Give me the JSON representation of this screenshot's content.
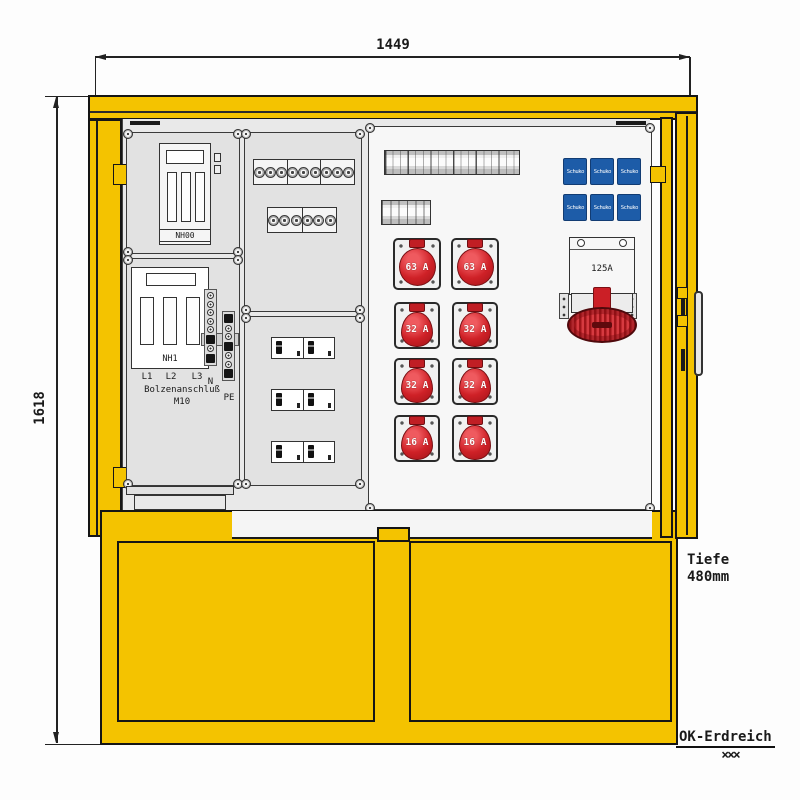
{
  "colors": {
    "cabinet_yellow": "#F4C300",
    "socket_red": "#CB2026",
    "schuko_blue": "#1D5CA8",
    "outline": "#1A1A1A"
  },
  "dims": {
    "width": "1449",
    "height": "1618",
    "depth_line1": "Tiefe",
    "depth_line2": "480mm",
    "ground_level": "OK-Erdreich",
    "ground_hatch": "×××"
  },
  "panel": {
    "nh00": "NH00",
    "nh1": "NH1",
    "l1": "L1",
    "l2": "L2",
    "l3": "L3",
    "bolzen_line1": "Bolzenanschluß",
    "bolzen_line2": "M10",
    "n": "N",
    "pe": "PE"
  },
  "sockets": {
    "cee": [
      {
        "label": "63 A"
      },
      {
        "label": "63 A"
      },
      {
        "label": "32 A"
      },
      {
        "label": "32 A"
      },
      {
        "label": "32 A"
      },
      {
        "label": "32 A"
      },
      {
        "label": "16 A"
      },
      {
        "label": "16 A"
      }
    ],
    "schuko": [
      "Schuko",
      "Schuko",
      "Schuko",
      "Schuko",
      "Schuko",
      "Schuko"
    ],
    "cee125": {
      "label": "125A"
    }
  }
}
